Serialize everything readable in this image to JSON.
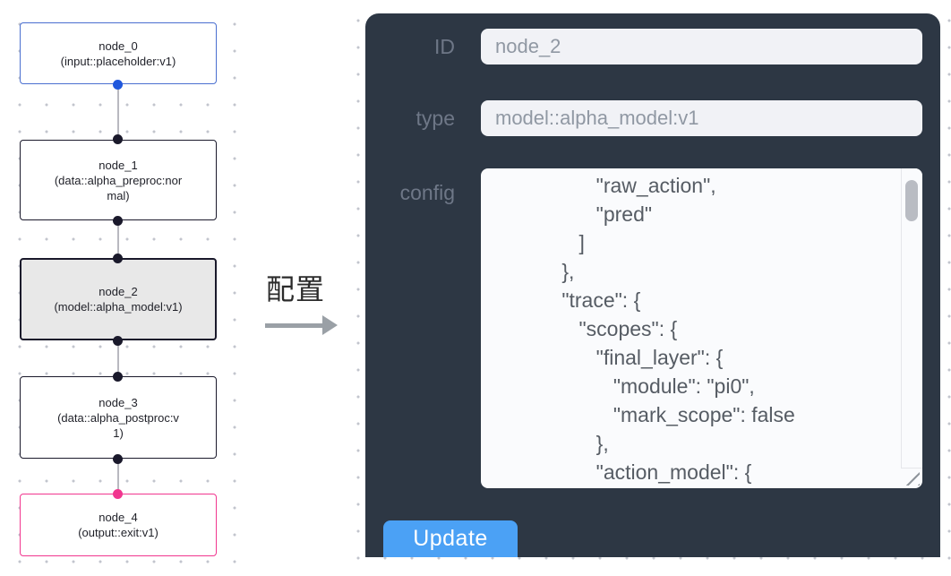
{
  "flow": {
    "nodes": [
      {
        "title": "node_0",
        "subtitle": "(input::placeholder:v1)",
        "type": "input"
      },
      {
        "title": "node_1",
        "subtitle": "(data::alpha_preproc:normal)",
        "type": "default"
      },
      {
        "title": "node_2",
        "subtitle": "(model::alpha_model:v1)",
        "type": "default",
        "selected": true
      },
      {
        "title": "node_3",
        "subtitle": "(data::alpha_postproc:v1)",
        "type": "default"
      },
      {
        "title": "node_4",
        "subtitle": "(output::exit:v1)",
        "type": "output"
      }
    ],
    "colors": {
      "input_accent": "#4a6fd0",
      "default_accent": "#1a192b",
      "output_accent": "#f1368f",
      "edge": "#b9b9c0",
      "selected_bg": "#e8e8e8",
      "input_handle": "#2058dd"
    }
  },
  "annotation": {
    "arrow_label": "配置"
  },
  "panel": {
    "bg": "#2d3744",
    "fields": {
      "id": {
        "label": "ID",
        "value": "node_2"
      },
      "type": {
        "label": "type",
        "value": "model::alpha_model:v1"
      },
      "config": {
        "label": "config",
        "value": "            \"raw_action\",\n            \"pred\"\n         ]\n      },\n      \"trace\": {\n         \"scopes\": {\n            \"final_layer\": {\n               \"module\": \"pi0\",\n               \"mark_scope\": false\n            },\n            \"action_model\": {"
      }
    },
    "button": {
      "label": "Update",
      "color": "#4ba1f5"
    }
  }
}
